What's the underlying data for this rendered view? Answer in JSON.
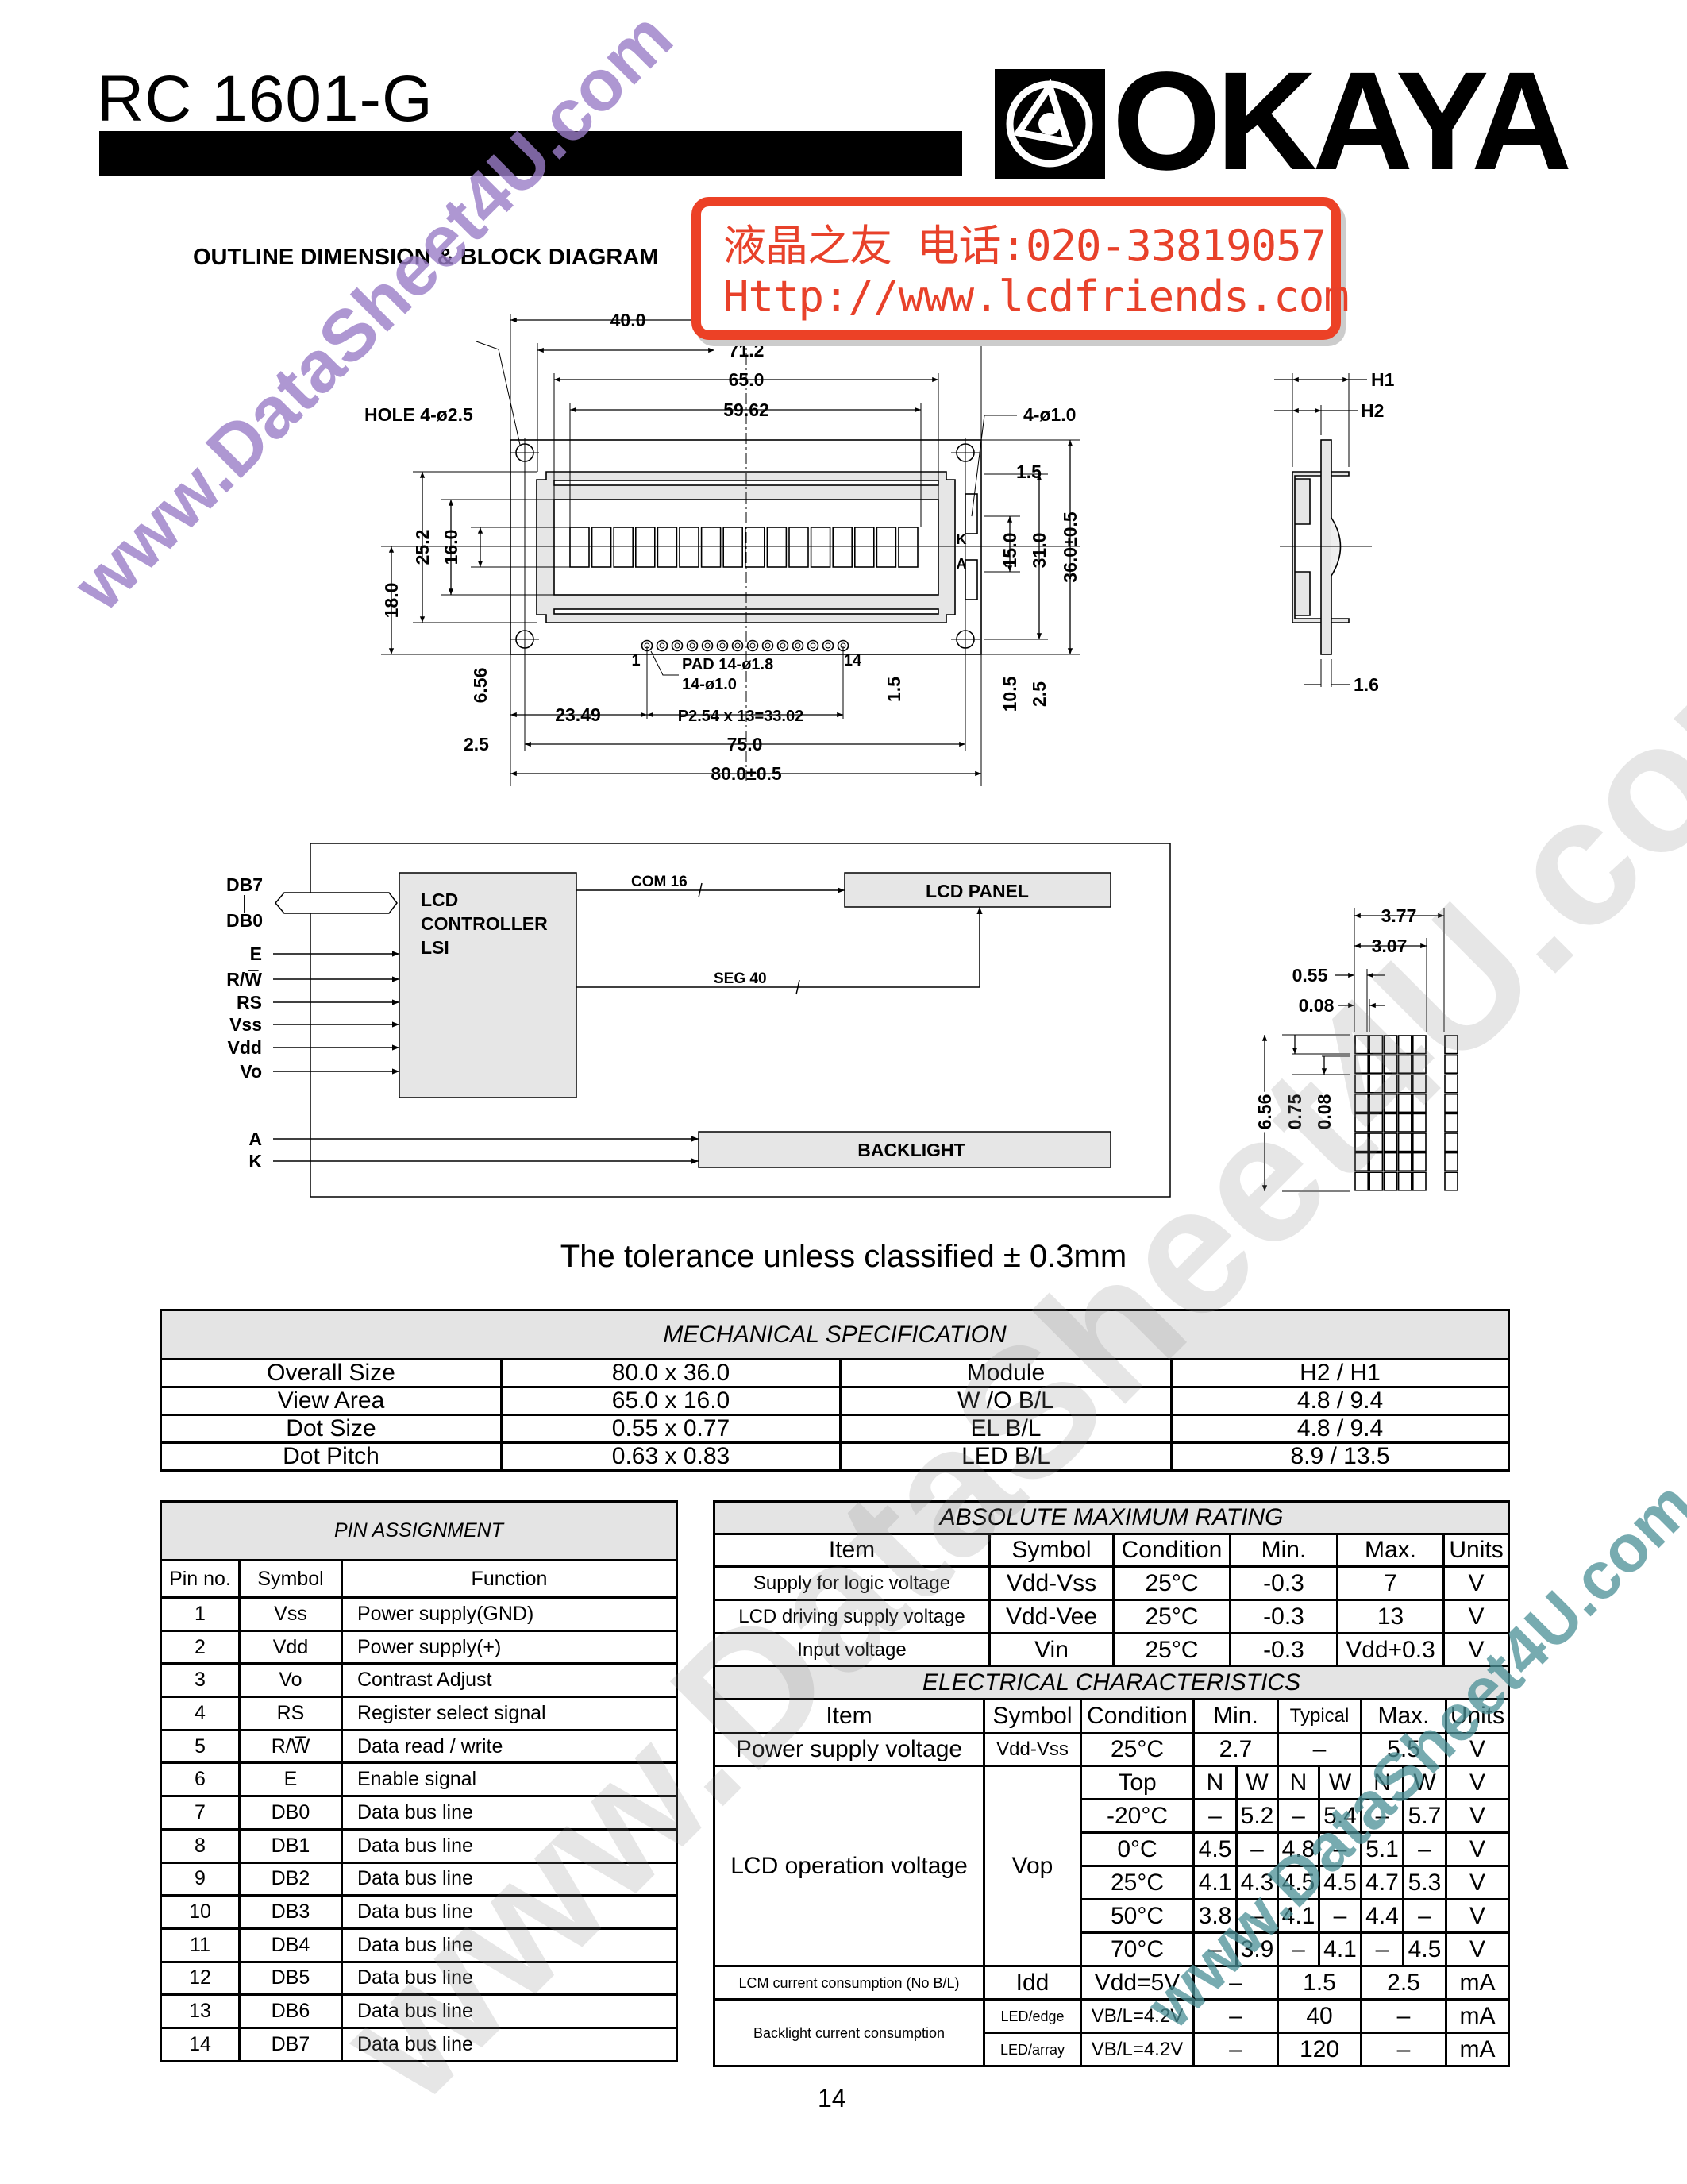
{
  "header": {
    "model": "RC 1601-G",
    "brand": "OKAYA"
  },
  "stamp": {
    "line1": "液晶之友 电话:020-33819057",
    "line2": "Http://www.lcdfriends.com"
  },
  "watermark": "www.DataSheet4U.com",
  "outline": {
    "title": "OUTLINE  DIMENSION & BLOCK DIAGRAM",
    "dims": {
      "d40": "40.0",
      "d71": "71.2",
      "d65": "65.0",
      "d5962": "59.62",
      "hole": "HOLE 4-ø2.5",
      "pin_hole": "4-ø1.0",
      "d15a": "1.5",
      "d252": "25.2",
      "d16": "16.0",
      "d18": "18.0",
      "d656": "6.56",
      "d15": "15.0",
      "d31": "31.0",
      "d36": "36.0±0.5",
      "k": "K",
      "a": "A",
      "pin1": "1",
      "pin14": "14",
      "pad": "PAD  14-ø1.8",
      "pad2": "14-ø1.0",
      "d15b": "1.5",
      "d105": "10.5",
      "d25r": "2.5",
      "d2349": "23.49",
      "pitch": "P2.54 x 13=33.02",
      "d25": "2.5",
      "d75": "75.0",
      "d80": "80.0±0.5"
    },
    "side": {
      "h1": "H1",
      "h2": "H2",
      "t": "1.6"
    }
  },
  "block": {
    "bus_top": "DB7",
    "bus_sep": "|",
    "bus_bottom": "DB0",
    "inputs": [
      "E",
      "R/W̅",
      "RS",
      "Vss",
      "Vdd",
      "Vo"
    ],
    "backlight_inputs": [
      "A",
      "K"
    ],
    "controller": [
      "LCD",
      "CONTROLLER",
      "LSI"
    ],
    "com": "COM 16",
    "seg": "SEG 40",
    "panel": "LCD PANEL",
    "backlight": "BACKLIGHT"
  },
  "dot_detail": {
    "w_total": "3.77",
    "w_char": "3.07",
    "dot_w": "0.55",
    "gap_w": "0.08",
    "h_total": "6.56",
    "dot_h": "0.75",
    "gap_h": "0.08"
  },
  "tolerance": "The  tolerance  unless  classified ± 0.3mm",
  "mechanical": {
    "title": "MECHANICAL  SPECIFICATION",
    "rows": [
      [
        "Overall Size",
        "80.0 x 36.0",
        "Module",
        "H2 / H1"
      ],
      [
        "View Area",
        "65.0 x 16.0",
        "W /O  B/L",
        "4.8 / 9.4"
      ],
      [
        "Dot Size",
        "0.55 x 0.77",
        "EL B/L",
        "4.8 / 9.4"
      ],
      [
        "Dot Pitch",
        "0.63 x 0.83",
        "LED B/L",
        "8.9 / 13.5"
      ]
    ]
  },
  "pins": {
    "title": "PIN  ASSIGNMENT",
    "headers": [
      "Pin no.",
      "Symbol",
      "Function"
    ],
    "rows": [
      [
        "1",
        "Vss",
        "Power supply(GND)"
      ],
      [
        "2",
        "Vdd",
        "Power supply(+)"
      ],
      [
        "3",
        "Vo",
        "Contrast Adjust"
      ],
      [
        "4",
        "RS",
        "Register select signal"
      ],
      [
        "5",
        "R/W̅",
        "Data read / write"
      ],
      [
        "6",
        "E",
        "Enable signal"
      ],
      [
        "7",
        "DB0",
        "Data bus line"
      ],
      [
        "8",
        "DB1",
        "Data bus line"
      ],
      [
        "9",
        "DB2",
        "Data bus line"
      ],
      [
        "10",
        "DB3",
        "Data bus line"
      ],
      [
        "11",
        "DB4",
        "Data bus line"
      ],
      [
        "12",
        "DB5",
        "Data bus line"
      ],
      [
        "13",
        "DB6",
        "Data bus line"
      ],
      [
        "14",
        "DB7",
        "Data bus line"
      ]
    ]
  },
  "amr": {
    "title": "ABSOLUTE MAXIMUM RATING",
    "headers": [
      "Item",
      "Symbol",
      "Condition",
      "Min.",
      "Max.",
      "Units"
    ],
    "rows": [
      [
        "Supply for logic voltage",
        "Vdd-Vss",
        "25°C",
        "-0.3",
        "7",
        "V"
      ],
      [
        "LCD driving supply voltage",
        "Vdd-Vee",
        "25°C",
        "-0.3",
        "13",
        "V"
      ],
      [
        "Input voltage",
        "Vin",
        "25°C",
        "-0.3",
        "Vdd+0.3",
        "V"
      ]
    ]
  },
  "ec": {
    "title": "ELECTRICAL CHARACTERISTICS",
    "headers": [
      "Item",
      "Symbol",
      "Condition",
      "Min.",
      "Typical",
      "Max.",
      "Units"
    ],
    "power": [
      "Power supply voltage",
      "Vdd-Vss",
      "25°C",
      "2.7",
      "–",
      "5.5",
      "V"
    ],
    "vop": {
      "item": "LCD operation voltage",
      "symbol": "Vop",
      "rows": [
        [
          "Top",
          "N",
          "W",
          "N",
          "W",
          "N",
          "W",
          "V"
        ],
        [
          "-20°C",
          "–",
          "5.2",
          "–",
          "5.4",
          "–",
          "5.7",
          "V"
        ],
        [
          "0°C",
          "4.5",
          "–",
          "4.8",
          "–",
          "5.1",
          "–",
          "V"
        ],
        [
          "25°C",
          "4.1",
          "4.3",
          "4.5",
          "4.5",
          "4.7",
          "5.3",
          "V"
        ],
        [
          "50°C",
          "3.8",
          "–",
          "4.1",
          "–",
          "4.4",
          "–",
          "V"
        ],
        [
          "70°C",
          "–",
          "3.9",
          "–",
          "4.1",
          "–",
          "4.5",
          "V"
        ]
      ]
    },
    "lcm": [
      "LCM current consumption (No B/L)",
      "Idd",
      "Vdd=5V",
      "–",
      "1.5",
      "2.5",
      "mA"
    ],
    "backlight": {
      "item": "Backlight current consumption",
      "rows": [
        [
          "LED/edge",
          "VB/L=4.2V",
          "–",
          "40",
          "–",
          "mA"
        ],
        [
          "LED/array",
          "VB/L=4.2V",
          "–",
          "120",
          "–",
          "mA"
        ]
      ]
    }
  },
  "page_number": "14"
}
